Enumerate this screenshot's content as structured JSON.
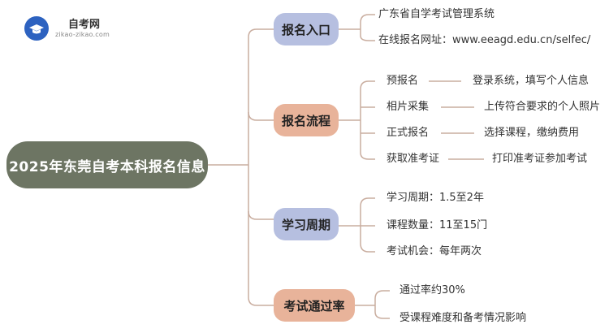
{
  "logo": {
    "title": "自考网",
    "subtitle": "zikao-zikao.com"
  },
  "root": "2025年东莞自考本科报名信息",
  "branches": [
    {
      "label": "报名入口",
      "items": [
        "广东省自学考试管理系统",
        "在线报名网址：www.eeagd.edu.cn/selfec/"
      ]
    },
    {
      "label": "报名流程",
      "steps": [
        {
          "name": "预报名",
          "detail": "登录系统，填写个人信息"
        },
        {
          "name": "相片采集",
          "detail": "上传符合要求的个人照片"
        },
        {
          "name": "正式报名",
          "detail": "选择课程，缴纳费用"
        },
        {
          "name": "获取准考证",
          "detail": "打印准考证参加考试"
        }
      ]
    },
    {
      "label": "学习周期",
      "items": [
        "学习周期：1.5至2年",
        "课程数量：11至15门",
        "考试机会：每年两次"
      ]
    },
    {
      "label": "考试通过率",
      "items": [
        "通过率约30%",
        "受课程难度和备考情况影响"
      ]
    }
  ],
  "colors": {
    "root_fill": "#6d7563",
    "branch_blue": "#b6bfe0",
    "branch_peach": "#e8b39a",
    "line": "#c9ad9f",
    "logo_blue": "#2d62c0"
  }
}
